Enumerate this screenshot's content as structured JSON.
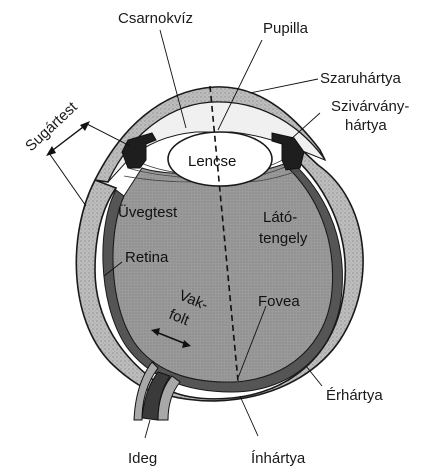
{
  "diagram": {
    "labels": {
      "aqueous": "Csarnokvíz",
      "pupil": "Pupilla",
      "cornea": "Szaruhártya",
      "iris_line1": "Szivárvány-",
      "iris_line2": "hártya",
      "ciliary": "Sugártest",
      "lens": "Lencse",
      "vitreous": "Üvegtest",
      "visual_axis_line1": "Látó-",
      "visual_axis_line2": "tengely",
      "retina": "Retina",
      "blind_spot_line1": "Vak-",
      "blind_spot_line2": "folt",
      "fovea": "Fovea",
      "choroid": "Érhártya",
      "nerve": "Ideg",
      "sclera": "Ínhártya"
    },
    "colors": {
      "sclera_fill": "#c9c9c9",
      "choroid_fill": "#5a5a5a",
      "vitreous_fill": "#9c9c9c",
      "aqueous_fill": "#f2f2f2",
      "lens_fill": "#ffffff",
      "iris_fill": "#222222",
      "line": "#1a1a1a"
    }
  }
}
